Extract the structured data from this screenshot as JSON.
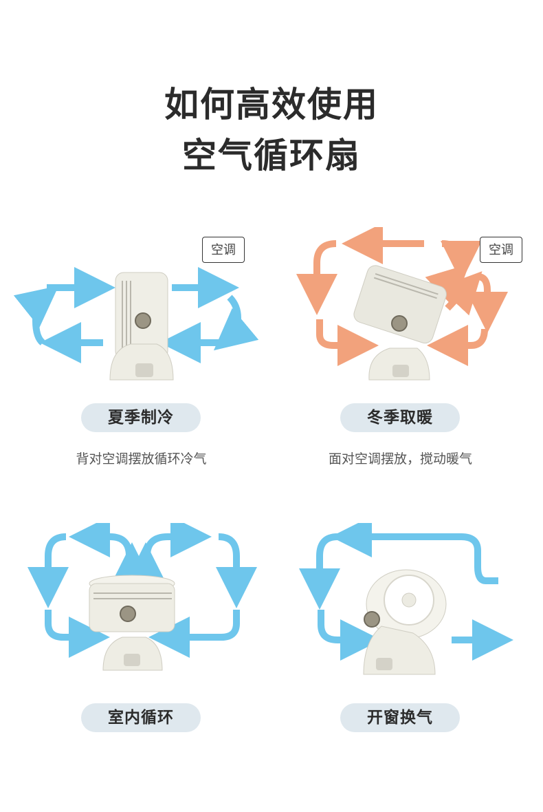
{
  "title": {
    "line1": "如何高效使用",
    "line2": "空气循环扇"
  },
  "colors": {
    "cool": "#6ec6ec",
    "warm": "#f2a27c",
    "pill_bg": "#dfe8ee",
    "fan_body": "#efeee6"
  },
  "panels": [
    {
      "id": "summer",
      "label": "夏季制冷",
      "desc": "背对空调摆放循环冷气",
      "ac_label": "空调"
    },
    {
      "id": "winter",
      "label": "冬季取暖",
      "desc": "面对空调摆放，搅动暖气",
      "ac_label": "空调"
    },
    {
      "id": "indoor",
      "label": "室内循环",
      "desc": ""
    },
    {
      "id": "window",
      "label": "开窗换气",
      "desc": ""
    }
  ]
}
